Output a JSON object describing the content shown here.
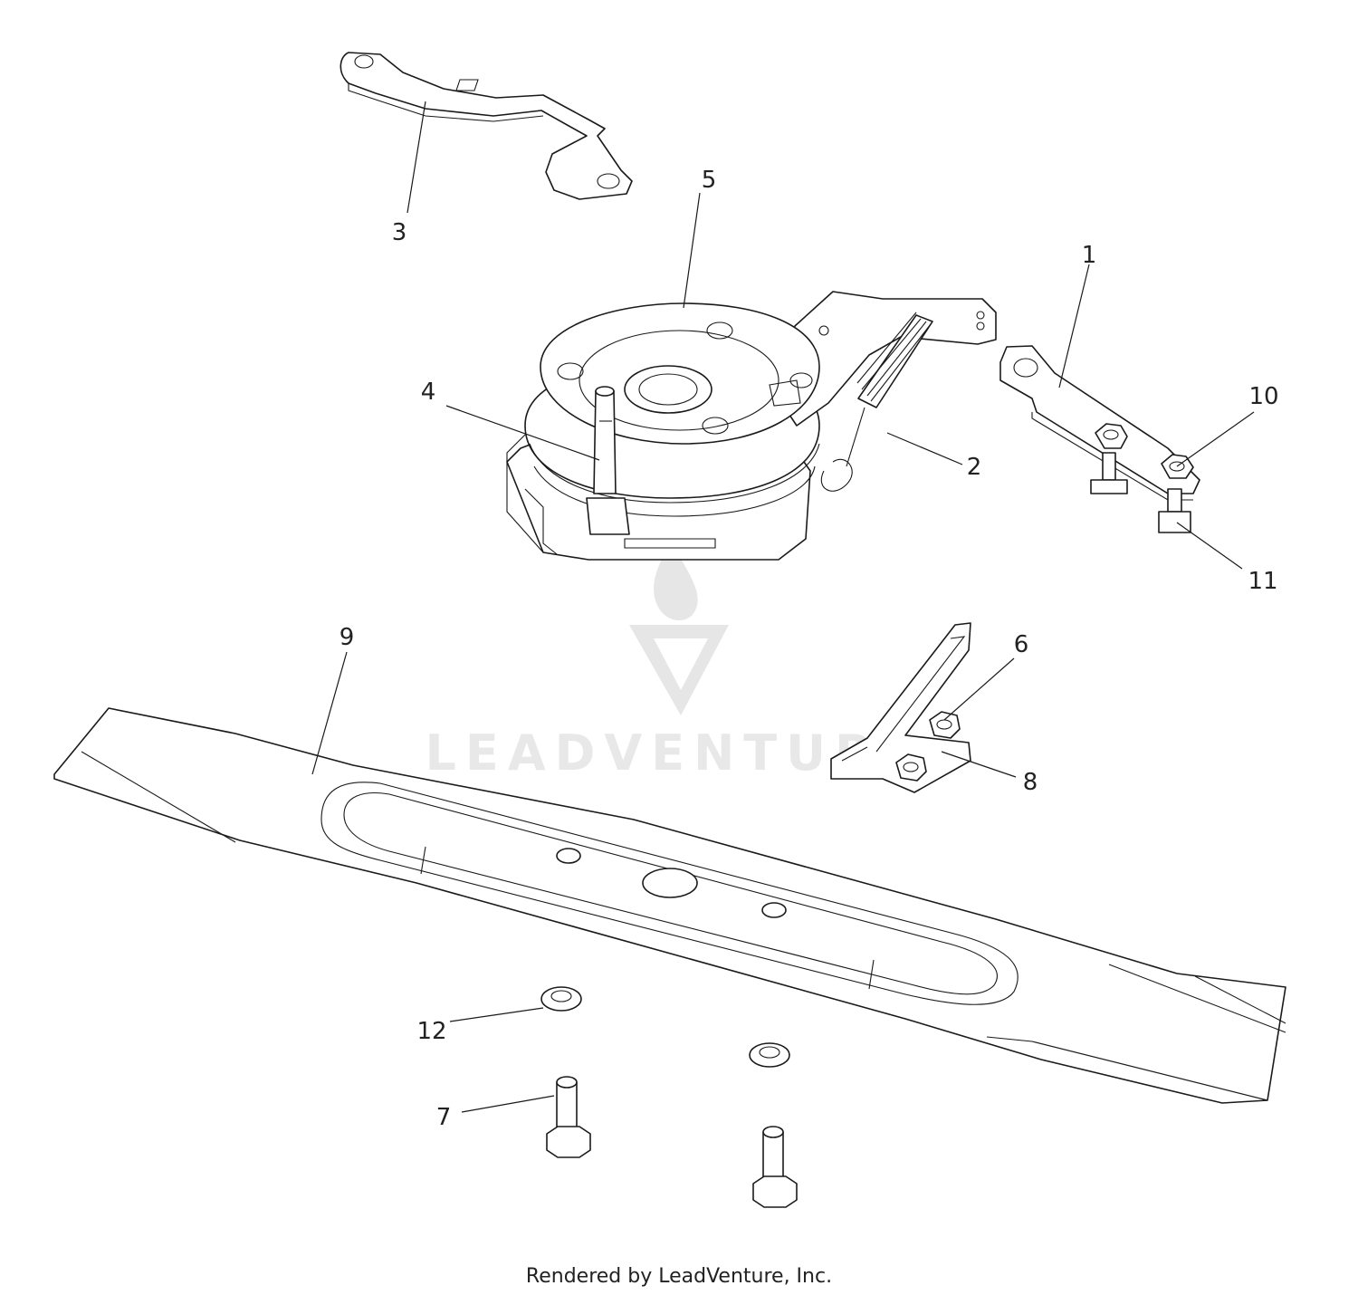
{
  "diagram": {
    "watermark": "LEADVENTURE",
    "callouts": [
      {
        "id": "part-1",
        "label": "1"
      },
      {
        "id": "part-2",
        "label": "2"
      },
      {
        "id": "part-3",
        "label": "3"
      },
      {
        "id": "part-4",
        "label": "4"
      },
      {
        "id": "part-5",
        "label": "5"
      },
      {
        "id": "part-6",
        "label": "6"
      },
      {
        "id": "part-7",
        "label": "7"
      },
      {
        "id": "part-8",
        "label": "8"
      },
      {
        "id": "part-9",
        "label": "9"
      },
      {
        "id": "part-10",
        "label": "10"
      },
      {
        "id": "part-11",
        "label": "11"
      },
      {
        "id": "part-12",
        "label": "12"
      }
    ]
  },
  "footer": {
    "credit": "Rendered by LeadVenture, Inc."
  }
}
